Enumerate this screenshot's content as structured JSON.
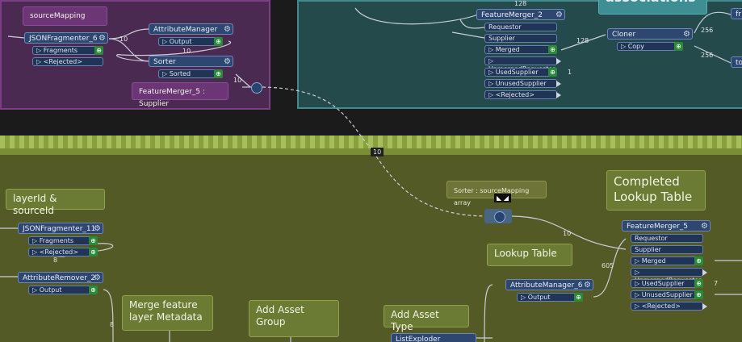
{
  "annotations": {
    "source_mapping": "sourceMapping",
    "associations": "associations",
    "layer_source": "layerId & sourceId",
    "sorter_caption": "Sorter : sourceMapping array",
    "completed_lookup": "Completed Lookup Table",
    "lookup_table": "Lookup Table",
    "merge_feature": "Merge feature layer Metadata",
    "add_asset_group": "Add Asset Group",
    "add_asset_type": "Add Asset Type"
  },
  "transformers": {
    "json6": {
      "name": "JSONFragmenter_6",
      "ports": [
        "Fragments",
        "<Rejected>"
      ]
    },
    "attrmgr": {
      "name": "AttributeManager",
      "ports": [
        "Output"
      ]
    },
    "sorter": {
      "name": "Sorter",
      "ports": [
        "Sorted"
      ]
    },
    "fm5_supplier_label": "FeatureMerger_5 : Supplier",
    "fm2": {
      "name": "FeatureMerger_2",
      "inputs": [
        "Requestor",
        "Supplier"
      ],
      "outputs": [
        "Merged",
        "UnmergedRequestor",
        "UsedSupplier",
        "UnusedSupplier",
        "<Rejected>"
      ]
    },
    "cloner": {
      "name": "Cloner",
      "ports": [
        "Copy"
      ]
    },
    "json11": {
      "name": "JSONFragmenter_11",
      "ports": [
        "Fragments",
        "<Rejected>"
      ]
    },
    "attrrem2": {
      "name": "AttributeRemover_2",
      "ports": [
        "Output"
      ]
    },
    "attrmgr6": {
      "name": "AttributeManager_6",
      "ports": [
        "Output"
      ]
    },
    "fm5": {
      "name": "FeatureMerger_5",
      "inputs": [
        "Requestor",
        "Supplier"
      ],
      "outputs": [
        "Merged",
        "UnmergedRequestor",
        "UsedSupplier",
        "UnusedSupplier",
        "<Rejected>"
      ]
    },
    "listexploder": {
      "name": "ListExploder"
    },
    "fr_partial": "fr",
    "to_partial": "to"
  },
  "counts": {
    "c10a": "10",
    "c10b": "10",
    "c10c": "10",
    "c128a": "128",
    "c128b": "128",
    "c1": "1",
    "c256a": "256",
    "c256b": "256",
    "c10d": "10",
    "c8a": "8",
    "c8b": "8",
    "c10e": "10",
    "c605": "605",
    "c7": "7"
  },
  "colors": {
    "purple_bookmark": "#4b2a51",
    "teal_bookmark": "#244a4c",
    "olive_bookmark": "#545a25",
    "transformer": "#2e4770"
  },
  "icons": {
    "gear": "gear-icon",
    "inspect": "inspect-icon"
  }
}
